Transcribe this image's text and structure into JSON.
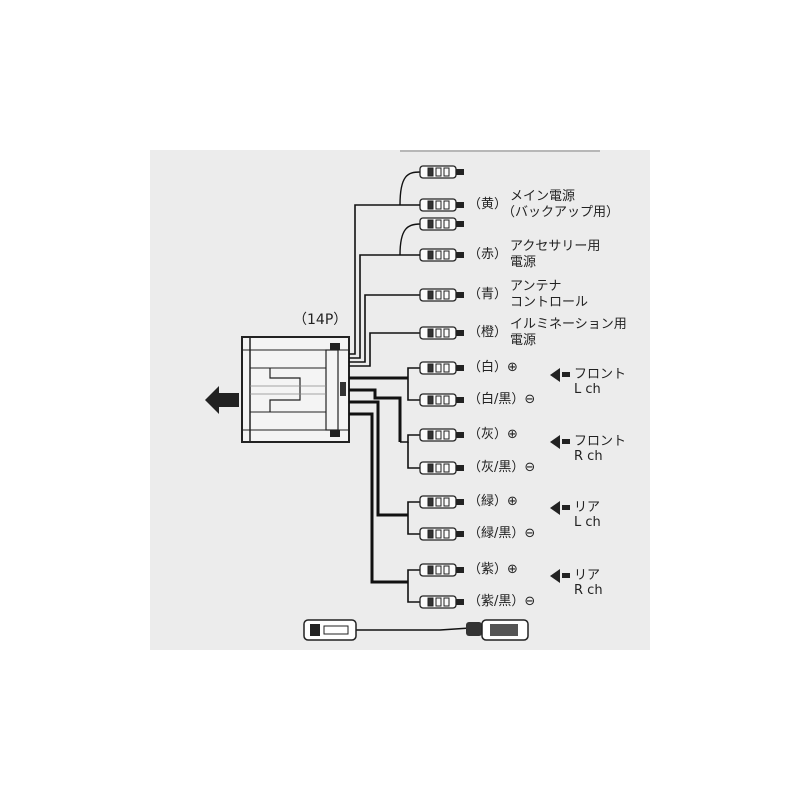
{
  "connector": {
    "label": "（14P）"
  },
  "wires": [
    {
      "color": "（黄）",
      "name": "メイン電源",
      "name2": "（バックアップ用）",
      "group": ""
    },
    {
      "color": "（赤）",
      "name": "アクセサリー用",
      "name2": "電源",
      "group": ""
    },
    {
      "color": "（青）",
      "name": "アンテナ",
      "name2": "コントロール",
      "group": ""
    },
    {
      "color": "（橙）",
      "name": "イルミネーション用",
      "name2": "電源",
      "group": ""
    },
    {
      "color": "（白）⊕",
      "name": "",
      "name2": "",
      "group": "front-l"
    },
    {
      "color": "（白/黒）⊖",
      "name": "",
      "name2": "",
      "group": "front-l"
    },
    {
      "color": "（灰）⊕",
      "name": "",
      "name2": "",
      "group": "front-r"
    },
    {
      "color": "（灰/黒）⊖",
      "name": "",
      "name2": "",
      "group": "front-r"
    },
    {
      "color": "（緑）⊕",
      "name": "",
      "name2": "",
      "group": "rear-l"
    },
    {
      "color": "（緑/黒）⊖",
      "name": "",
      "name2": "",
      "group": "rear-l"
    },
    {
      "color": "（紫）⊕",
      "name": "",
      "name2": "",
      "group": "rear-r"
    },
    {
      "color": "（紫/黒）⊖",
      "name": "",
      "name2": "",
      "group": "rear-r"
    }
  ],
  "speaker_notes": [
    {
      "line1": "フロント",
      "line2": "L ch"
    },
    {
      "line1": "フロント",
      "line2": "R ch"
    },
    {
      "line1": "リア",
      "line2": "L ch"
    },
    {
      "line1": "リア",
      "line2": "R ch"
    }
  ]
}
